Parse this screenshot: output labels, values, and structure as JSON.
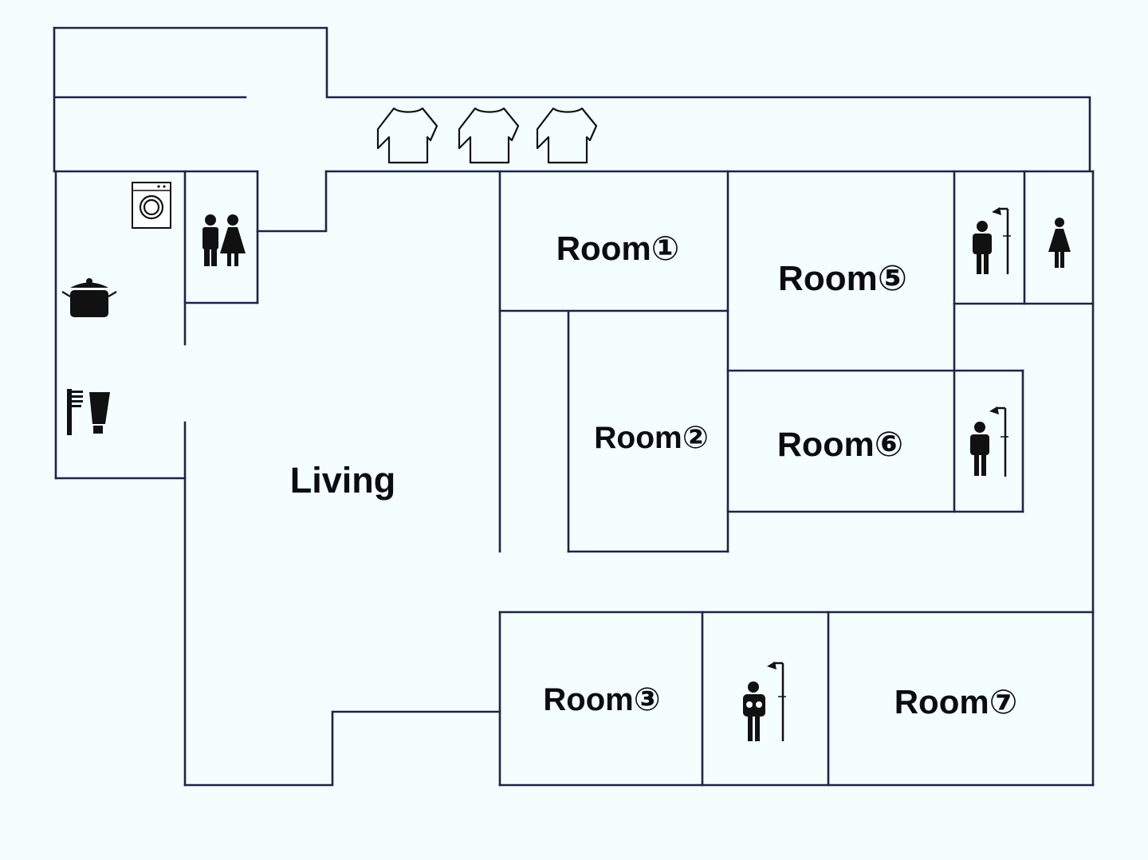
{
  "floor_plan": {
    "rooms": {
      "living": "Living",
      "room1": "Room①",
      "room2": "Room②",
      "room3": "Room③",
      "room5": "Room⑤",
      "room6": "Room⑥",
      "room7": "Room⑦"
    },
    "icons": [
      "shirt-icon",
      "shirt-icon",
      "shirt-icon",
      "washing-machine-icon",
      "cooking-pot-icon",
      "toothbrush-toothpaste-icon",
      "restroom-icon",
      "shower-man-icon",
      "woman-icon",
      "shower-woman-icon"
    ]
  },
  "colors": {
    "background": "#f4fefe",
    "walls": "#1c2448",
    "text": "#0b0b14"
  }
}
